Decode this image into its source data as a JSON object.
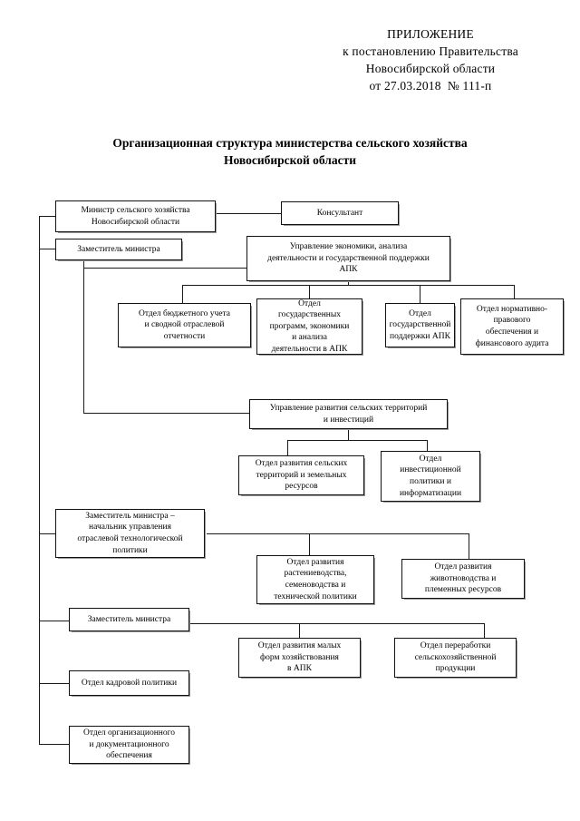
{
  "document": {
    "header_lines": [
      "ПРИЛОЖЕНИЕ",
      "к постановлению Правительства",
      "Новосибирской области",
      "от 27.03.2018  № 111-п"
    ],
    "title_line_1": "Организационная структура министерства сельского хозяйства",
    "title_line_2": "Новосибирской области"
  },
  "colors": {
    "box_border": "#111111",
    "box_fill": "#ffffff",
    "line": "#1a1a1a",
    "text": "#000000",
    "shadow": "#9a9a9a"
  },
  "org_chart": {
    "type": "org-chart",
    "nodes": [
      {
        "id": "minister",
        "label": "Министр сельского хозяйства\nНовосибирской области"
      },
      {
        "id": "consultant",
        "label": "Консультант"
      },
      {
        "id": "deputy-1",
        "label": "Заместитель министра"
      },
      {
        "id": "dept-economy",
        "label": "Управление экономики, анализа\nдеятельности и государственной поддержки\nАПК"
      },
      {
        "id": "budget-accounting",
        "label": "Отдел бюджетного учета\nи сводной отраслевой\nотчетности"
      },
      {
        "id": "state-programs",
        "label": "Отдел\nгосударственных\nпрограмм, экономики\nи анализа\nдеятельности в АПК"
      },
      {
        "id": "state-support",
        "label": "Отдел\nгосударственной\nподдержки АПК"
      },
      {
        "id": "legal-audit",
        "label": "Отдел нормативно-\nправового\nобеспечения и\nфинансового аудита"
      },
      {
        "id": "rural-development",
        "label": "Управление развития сельских территорий\nи инвестиций"
      },
      {
        "id": "rural-land",
        "label": "Отдел развития сельских\nтерриторий и земельных\nресурсов"
      },
      {
        "id": "investment-policy",
        "label": "Отдел\nинвестиционной\nполитики и\nинформатизации"
      },
      {
        "id": "deputy-tech",
        "label": "Заместитель министра –\nначальник управления\nотраслевой технологической\nполитики"
      },
      {
        "id": "crop-production",
        "label": "Отдел развития\nрастениеводства,\nсеменоводства и\nтехнической политики"
      },
      {
        "id": "animal-husbandry",
        "label": "Отдел развития\nживотноводства и\nплеменных ресурсов"
      },
      {
        "id": "deputy-2",
        "label": "Заместитель министра"
      },
      {
        "id": "small-forms",
        "label": "Отдел развития малых\nформ хозяйствования\nв АПК"
      },
      {
        "id": "processing",
        "label": "Отдел переработки\nсельскохозяйственной\nпродукции"
      },
      {
        "id": "hr-policy",
        "label": "Отдел кадровой политики"
      },
      {
        "id": "org-documentation",
        "label": "Отдел организационного\nи документационного\nобеспечения"
      }
    ]
  }
}
